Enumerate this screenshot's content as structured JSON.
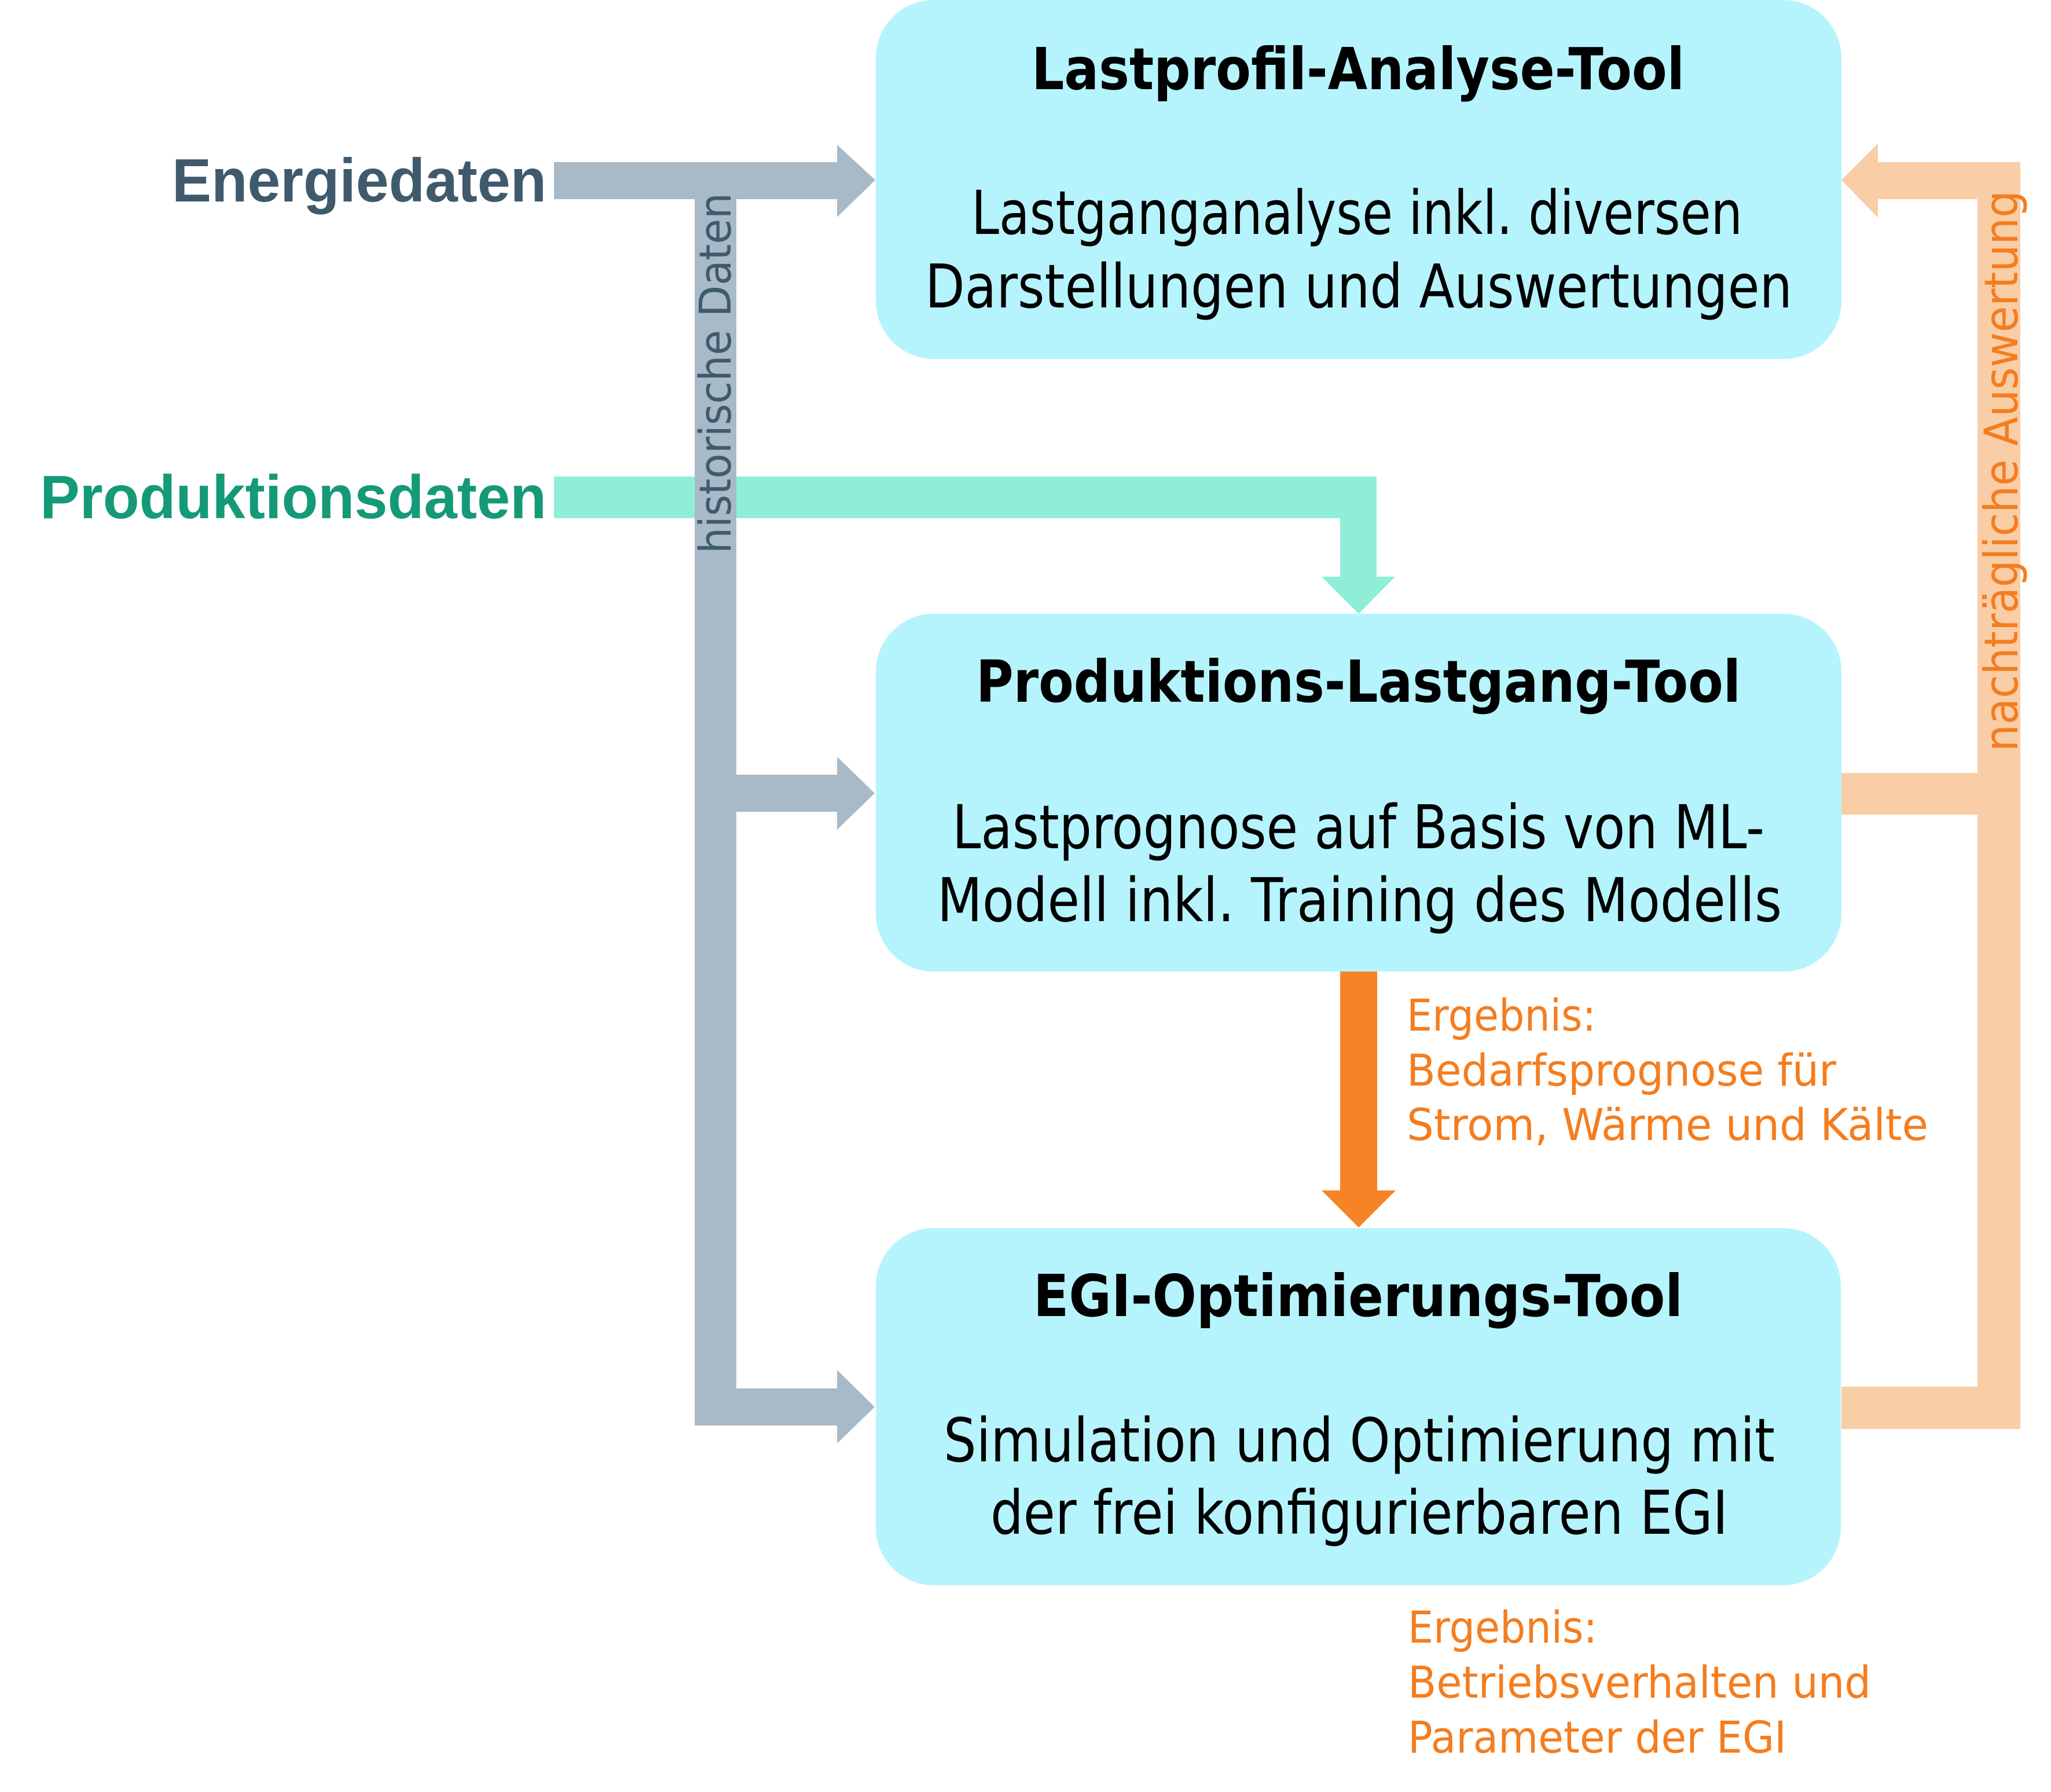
{
  "colors": {
    "box_fill": "#b6f4fd",
    "energy_arrow": "#a8b9c7",
    "energy_text": "#3f5a6c",
    "production_arrow": "#8eeed8",
    "production_text": "#159a78",
    "result_arrow": "#f68426",
    "feedback_arrow": "#f9cda6",
    "result_text": "#f47d1f"
  },
  "inputs": {
    "energy": "Energiedaten",
    "production": "Produktionsdaten"
  },
  "connectors": {
    "historical": "historische Daten",
    "feedback": "nachträgliche Auswertung"
  },
  "tools": [
    {
      "title": "Lastprofil-Analyse-Tool",
      "description": [
        "Lastganganalyse inkl. diversen",
        "Darstellungen und Auswertungen"
      ]
    },
    {
      "title": "Produktions-Lastgang-Tool",
      "description": [
        "Lastprognose auf Basis von ML-",
        "Modell inkl. Training des Modells"
      ]
    },
    {
      "title": "EGI-Optimierungs-Tool",
      "description": [
        "Simulation und Optimierung mit",
        "der frei konfigurierbaren EGI"
      ]
    }
  ],
  "results": [
    {
      "lines": [
        "Ergebnis:",
        "Bedarfsprognose für",
        "Strom, Wärme und Kälte"
      ]
    },
    {
      "lines": [
        "Ergebnis:",
        "Betriebsverhalten und",
        "Parameter der EGI"
      ]
    }
  ]
}
